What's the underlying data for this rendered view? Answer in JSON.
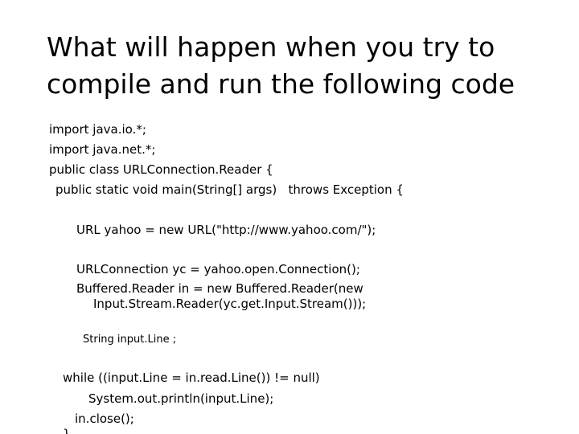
{
  "slide": {
    "title_lines": [
      "What will happen when you try to",
      "compile and run the following code"
    ],
    "code_lines": [
      "import java.io.*;",
      "import java.net.*;",
      "public class URLConnection.Reader {",
      "public static void main(String[] args)   throws Exception {",
      "URL yahoo = new URL(\"http://www.yahoo.com/\");",
      "URLConnection yc = yahoo.open.Connection();",
      "Buffered.Reader in = new Buffered.Reader(new",
      "Input.Stream.Reader(yc.get.Input.Stream()));",
      "String input.Line ;",
      "while ((input.Line = in.read.Line()) != null)",
      "System.out.println(input.Line);",
      "in.close();",
      "}"
    ]
  }
}
